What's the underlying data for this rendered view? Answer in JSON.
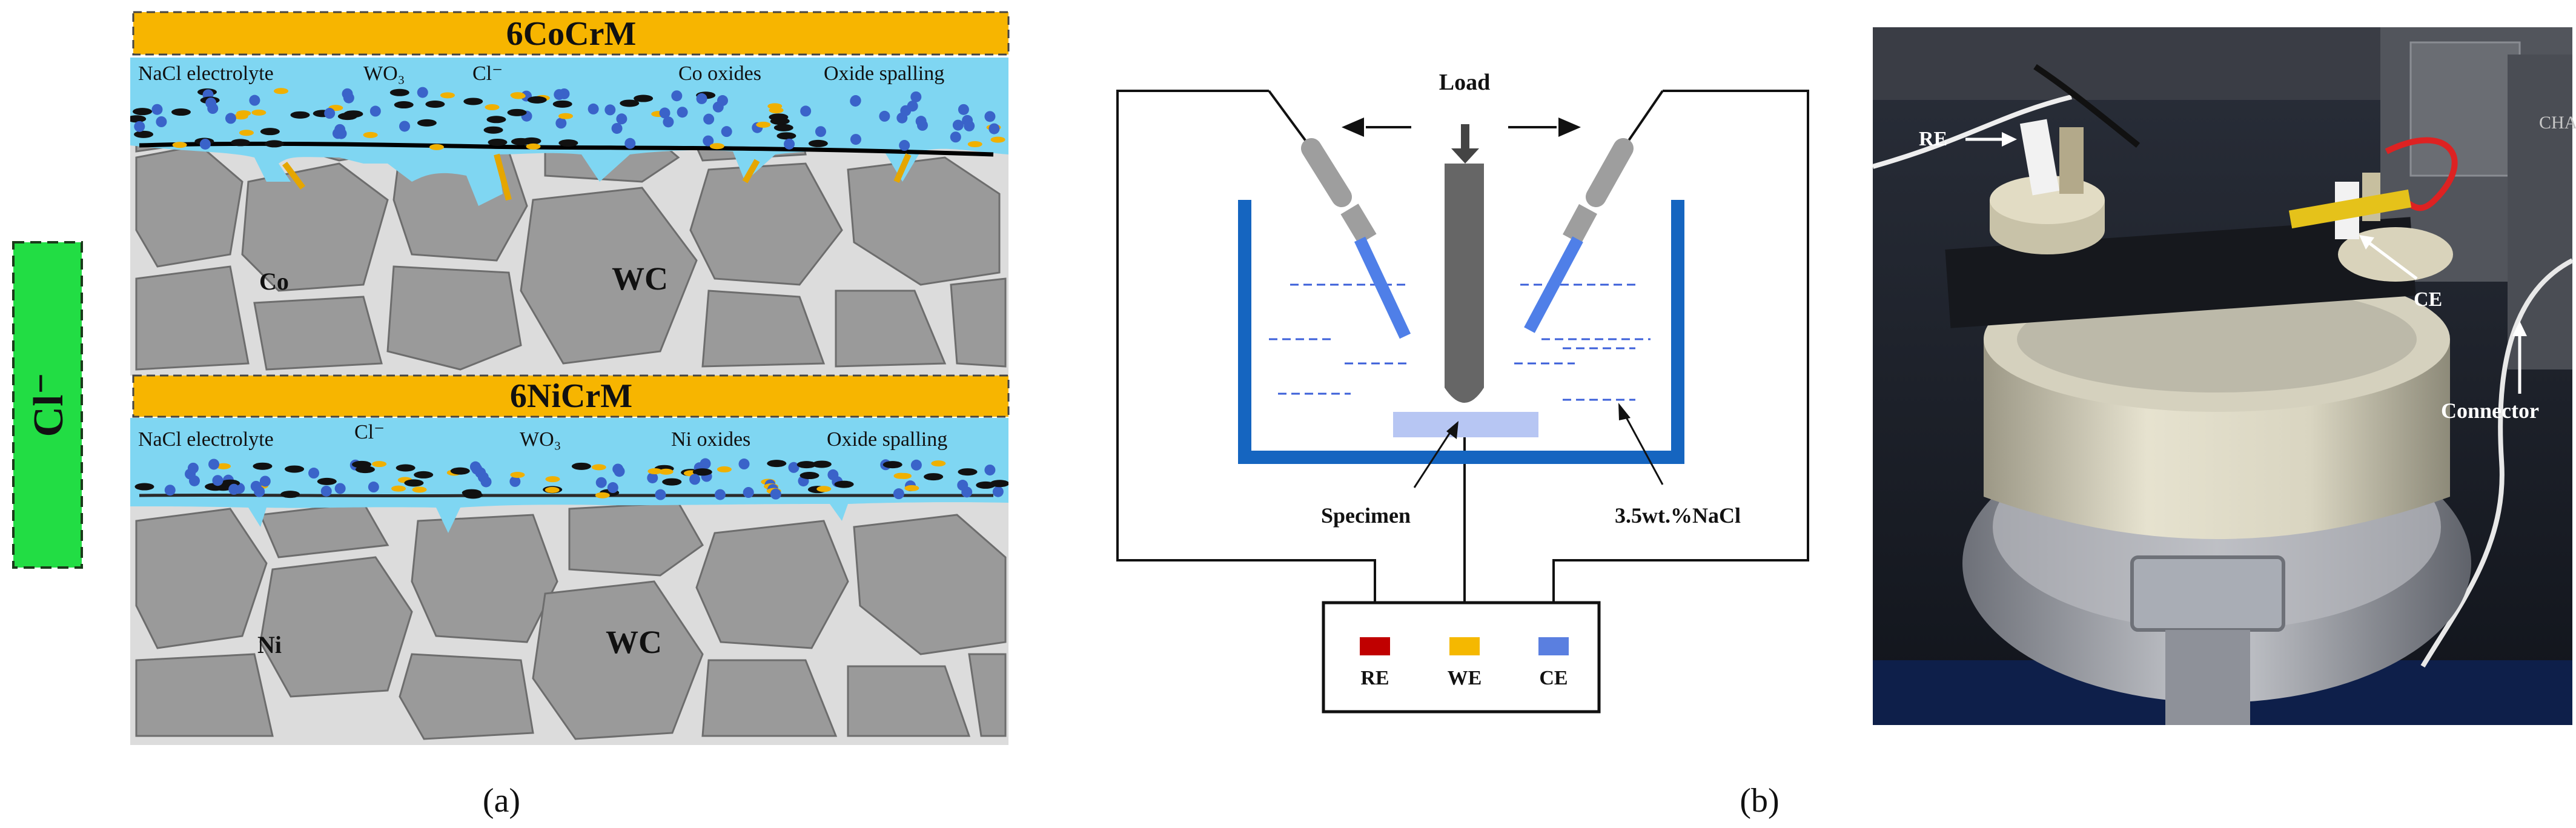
{
  "side_bar": {
    "label": "Cl⁻"
  },
  "panel_a": {
    "top_band": "6CoCrM",
    "bottom_band": "6NiCrM",
    "top_labels": {
      "electrolyte": "NaCl electrolyte",
      "wo3": "WO₃",
      "cl": "Cl⁻",
      "oxides": "Co oxides",
      "spalling": "Oxide spalling",
      "binder": "Co",
      "carbide": "WC"
    },
    "bottom_labels": {
      "electrolyte": "NaCl electrolyte",
      "cl": "Cl⁻",
      "wo3": "WO₃",
      "oxides": "Ni oxides",
      "spalling": "Oxide spalling",
      "binder": "Ni",
      "carbide": "WC"
    },
    "caption": "(a)"
  },
  "panel_b": {
    "load": "Load",
    "specimen": "Specimen",
    "solution": "3.5wt.%NaCl",
    "terminals": [
      {
        "label": "RE",
        "color": "#c00000"
      },
      {
        "label": "WE",
        "color": "#f5b800"
      },
      {
        "label": "CE",
        "color": "#5a7fe0"
      }
    ],
    "caption": "(b)"
  },
  "photo": {
    "re": "RE",
    "ce": "CE",
    "connector": "Connector",
    "corner": "CHA"
  },
  "colors": {
    "band": "#f7b500",
    "sidebar": "#22dd44",
    "electrolyte": "#7fd6f2",
    "grain": "#9a9a9a",
    "binder": "#dcdcdc",
    "vessel": "#1565c0",
    "electrode": "#4f7fe8"
  }
}
